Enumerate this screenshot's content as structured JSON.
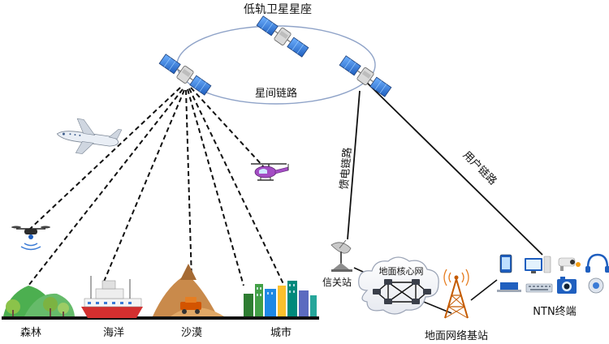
{
  "title": "低轨卫星星座",
  "isl_label": "星间链路",
  "feeder_label": "馈电链路",
  "user_link_label": "用户链路",
  "gateway_label": "信关站",
  "core_label": "地面核心网",
  "base_label": "地面网络基站",
  "ntn_label": "NTN终端",
  "scenes": [
    "森林",
    "海洋",
    "沙漠",
    "城市"
  ],
  "colors": {
    "ground": "#111111",
    "link": "#111111",
    "orbit": "#8fa3c8",
    "panel": "#3b7bd6"
  }
}
